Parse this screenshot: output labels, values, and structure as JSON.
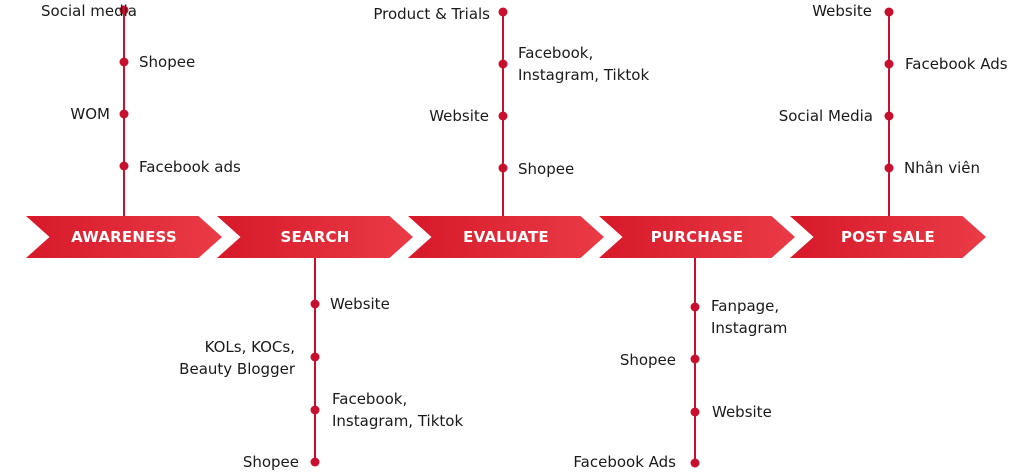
{
  "stages": [
    {
      "label": "AWARENESS"
    },
    {
      "label": "SEARCH"
    },
    {
      "label": "EVALUATE"
    },
    {
      "label": "PURCHASE"
    },
    {
      "label": "POST SALE"
    }
  ],
  "touchpoints": {
    "awareness": [
      "Social media",
      "Shopee",
      "WOM",
      "Facebook ads"
    ],
    "search": [
      "Website",
      "KOLs, KOCs,\nBeauty Blogger",
      "Facebook,\nInstagram, Tiktok",
      "Shopee"
    ],
    "evaluate": [
      "Product & Trials",
      "Facebook,\nInstagram, Tiktok",
      "Website",
      "Shopee"
    ],
    "purchase": [
      "Fanpage,\nInstagram",
      "Shopee",
      "Website",
      "Facebook Ads"
    ],
    "post_sale": [
      "Website",
      "Facebook Ads",
      "Social Media",
      "Nhân viên"
    ]
  },
  "colors": {
    "line": "#c8102e",
    "stage_start": "#d7192a",
    "stage_end": "#ea3b47"
  }
}
